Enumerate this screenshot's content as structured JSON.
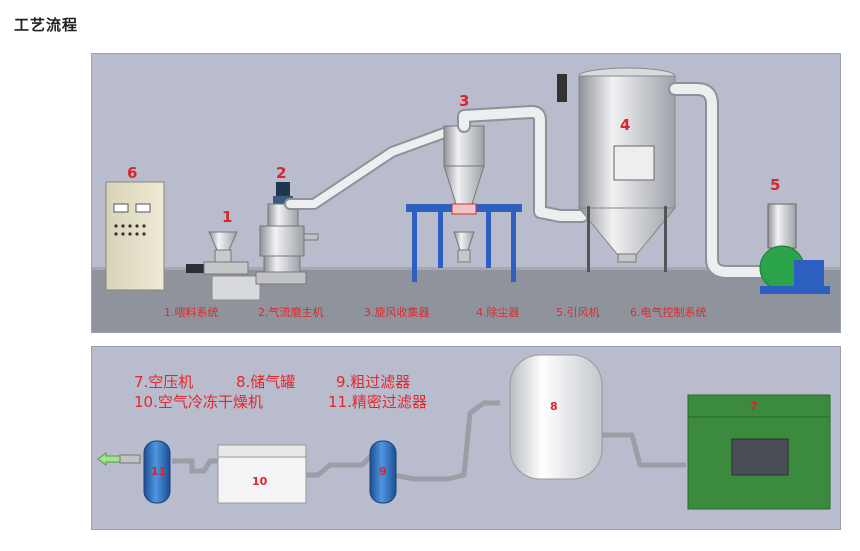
{
  "page_title": "工艺流程",
  "top_diagram": {
    "numbers": [
      "1",
      "2",
      "3",
      "4",
      "5",
      "6"
    ],
    "captions": [
      "1.喂料系统",
      "2.气流磨主机",
      "3.旋风收集器",
      "4.除尘器",
      "5.引风机",
      "6.电气控制系统"
    ]
  },
  "bottom_diagram": {
    "legend": [
      [
        "7.空压机",
        "8.储气罐",
        "9.粗过滤器"
      ],
      [
        "10.空气冷冻干燥机",
        "11.精密过滤器"
      ]
    ],
    "numbers": [
      "7",
      "8",
      "9",
      "10",
      "11"
    ]
  },
  "colors": {
    "panel": "#b8bccc",
    "floor": "#8f949c",
    "label_red": "#d8262c",
    "pipe": "#e8e8ea",
    "filter_blue": "#2f74c6",
    "compressor_green": "#3c8a3e",
    "fan_green": "#2aa34a",
    "stand_blue": "#2c5fc0"
  },
  "icons": [
    "hopper-icon",
    "jet-mill-icon",
    "cyclone-icon",
    "dust-collector-icon",
    "fan-icon",
    "control-cabinet-icon",
    "compressor-icon",
    "air-tank-icon",
    "filter-icon",
    "dryer-icon",
    "air-inlet-arrow-icon"
  ]
}
